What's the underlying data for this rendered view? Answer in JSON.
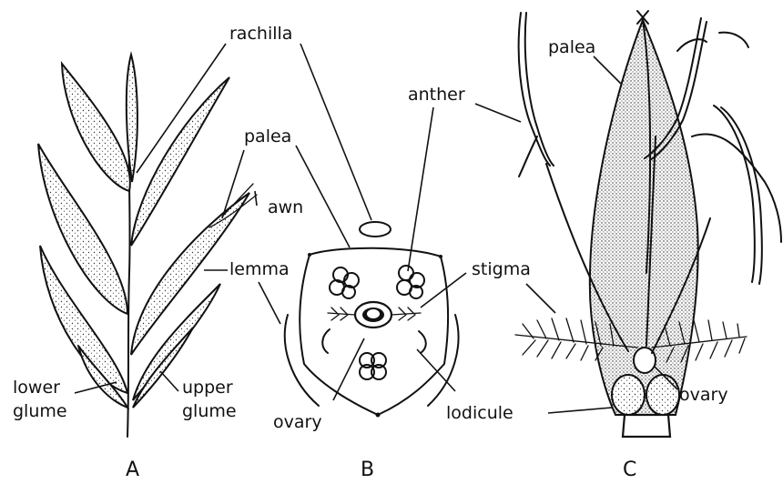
{
  "panels": {
    "A": {
      "caption": "A",
      "labels": {
        "lower_glume_1": "lower",
        "lower_glume_2": "glume",
        "upper_glume_1": "upper",
        "upper_glume_2": "glume"
      }
    },
    "B": {
      "caption": "B",
      "labels": {
        "rachilla": "rachilla",
        "palea": "palea",
        "awn": "awn",
        "lemma": "lemma",
        "anther": "anther",
        "stigma": "stigma",
        "ovary": "ovary",
        "lodicule": "lodicule"
      }
    },
    "C": {
      "caption": "C",
      "labels": {
        "palea": "palea",
        "ovary": "ovary"
      }
    }
  }
}
